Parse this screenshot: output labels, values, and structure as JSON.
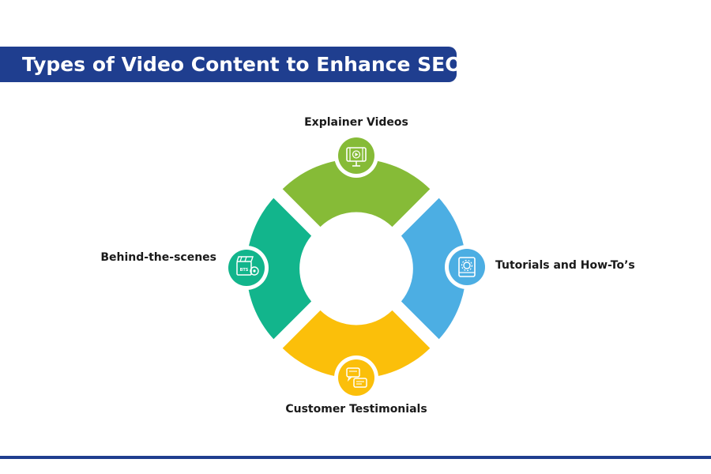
{
  "title": "Types of Video Content to Enhance SEO",
  "colors": {
    "banner": "#1f3e8f",
    "top": "#86bb37",
    "right": "#4caee3",
    "bottom": "#fbbf0a",
    "left": "#12b58c"
  },
  "segments": {
    "top": {
      "label": "Explainer Videos",
      "icon": "video-player-icon"
    },
    "right": {
      "label": "Tutorials and How-To’s",
      "icon": "book-gear-icon"
    },
    "bottom": {
      "label": "Customer Testimonials",
      "icon": "chat-bubbles-icon"
    },
    "left": {
      "label": "Behind-the-scenes",
      "icon": "clapperboard-bts-icon"
    }
  }
}
